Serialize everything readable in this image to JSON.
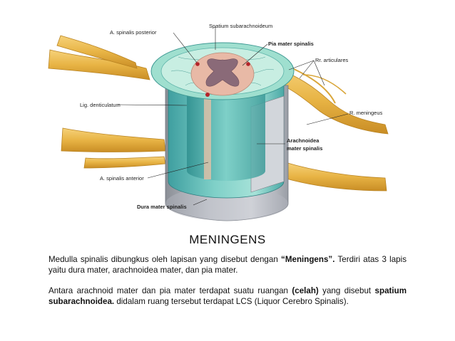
{
  "figure": {
    "labels": {
      "a_spinalis_posterior": "A. spinalis posterior",
      "spatium_subarachnoideum": "Spatium subarachnoideum",
      "pia_mater_spinalis": "Pia mater spinalis",
      "rr_articulares": "Rr. articulares",
      "lig_denticulatum": "Lig. denticulatum",
      "r_meningeus": "R. meningeus",
      "arachnoidea_line1": "Arachnoidea",
      "arachnoidea_line2": "mater spinalis",
      "a_spinalis_anterior": "A. spinalis anterior",
      "dura_mater_spinalis": "Dura mater spinalis"
    }
  },
  "title": "MENINGENS",
  "paragraph1": {
    "text1": "Medulla spinalis dibungkus oleh lapisan yang disebut dengan ",
    "bold1": "“Meningens”.",
    "text2": " Terdiri atas 3 lapis yaitu dura mater, arachnoidea mater, dan pia mater."
  },
  "paragraph2": {
    "text1": "Antara arachnoid mater dan pia mater terdapat suatu ruangan ",
    "bold1": "(celah)",
    "text2": " yang disebut ",
    "bold2": "spatium subarachnoidea.",
    "text3": " didalam ruang tersebut terdapat LCS (Liquor Cerebro Spinalis)."
  }
}
